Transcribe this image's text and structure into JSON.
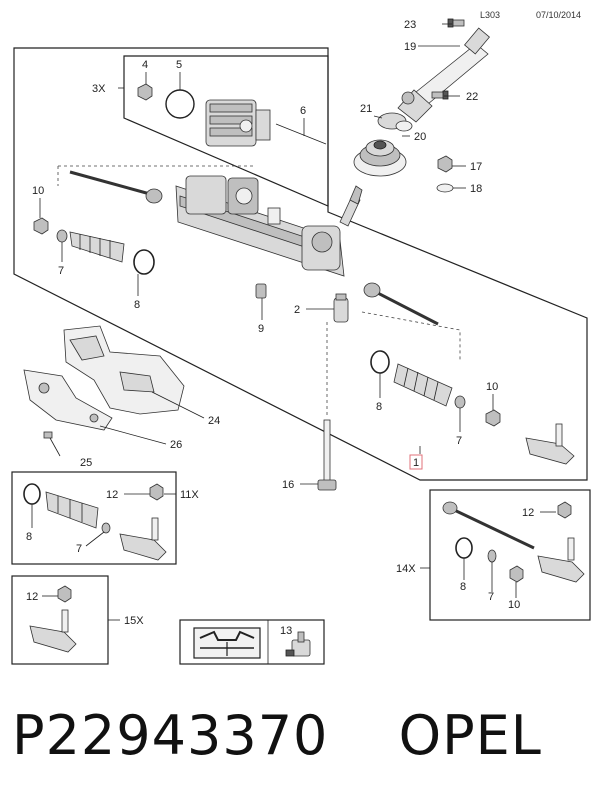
{
  "header": {
    "code": "L303",
    "date": "07/10/2014"
  },
  "callouts": {
    "c1": "1",
    "c2": "2",
    "c3x": "3X",
    "c4": "4",
    "c5": "5",
    "c6": "6",
    "c7a": "7",
    "c7b": "7",
    "c7c": "7",
    "c7d": "7",
    "c8a": "8",
    "c8b": "8",
    "c8c": "8",
    "c8d": "8",
    "c9": "9",
    "c10a": "10",
    "c10b": "10",
    "c10c": "10",
    "c11x": "11X",
    "c12a": "12",
    "c12b": "12",
    "c12c": "12",
    "c13": "13",
    "c14x": "14X",
    "c15x": "15X",
    "c16": "16",
    "c17": "17",
    "c18": "18",
    "c19": "19",
    "c20": "20",
    "c21": "21",
    "c22": "22",
    "c23": "23",
    "c24": "24",
    "c25": "25",
    "c26": "26"
  },
  "icons": {
    "manual": "service-manual-icon"
  },
  "colors": {
    "callout_box": "#e0707a",
    "line": "#222222"
  },
  "footer": {
    "part_number": "P22943370",
    "brand": "OPEL"
  }
}
